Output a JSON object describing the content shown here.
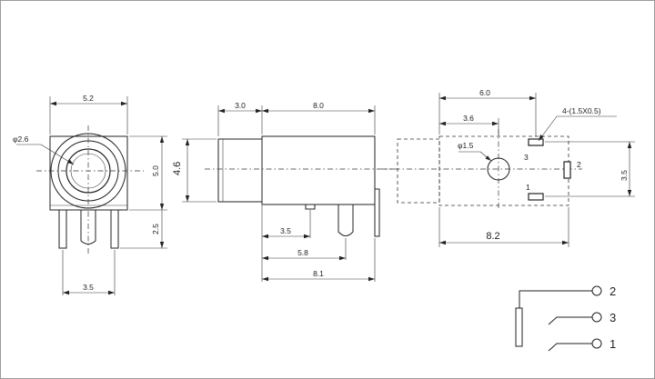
{
  "front_view": {
    "width": "5.2",
    "hole_diameter": "φ2.6",
    "body_height": "5.0",
    "pin_length": "2.5",
    "pin_pitch": "3.5"
  },
  "side_view": {
    "nose_length": "3.0",
    "body_length": "8.0",
    "body_height": "4.6",
    "pin_offset_1": "3.5",
    "pin_offset_2": "5.8",
    "pin_offset_3": "8.1"
  },
  "pcb_footprint": {
    "x_span_outer": "6.0",
    "x_span_center": "3.6",
    "pad_size": "4-(1.5X0.5)",
    "hole_diameter": "φ1.5",
    "y_span": "3.5",
    "total_length": "8.2",
    "pad_labels": [
      "3",
      "2",
      "1"
    ]
  },
  "schematic": {
    "terminals": [
      "2",
      "3",
      "1"
    ]
  }
}
